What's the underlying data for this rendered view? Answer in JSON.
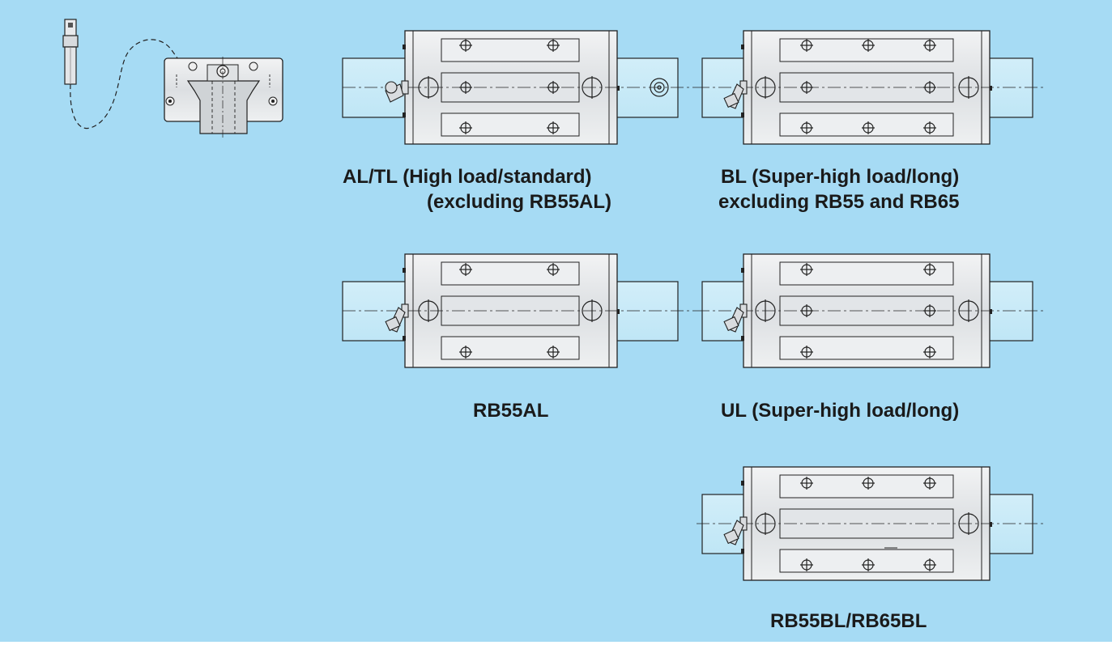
{
  "captions": {
    "al_tl_line1": "AL/TL (High load/standard)",
    "al_tl_line2": "(excluding RB55AL)",
    "bl_line1": "BL (Super-high load/long)",
    "bl_line2": "excluding RB55 and RB65",
    "rb55al": "RB55AL",
    "ul": "UL (Super-high load/long)",
    "rb55bl_rb65bl": "RB55BL/RB65BL"
  },
  "colors": {
    "background": "#a6dbf4",
    "rail": "#c7e9f8",
    "block": "#e4e6e8",
    "outline": "#222222"
  }
}
